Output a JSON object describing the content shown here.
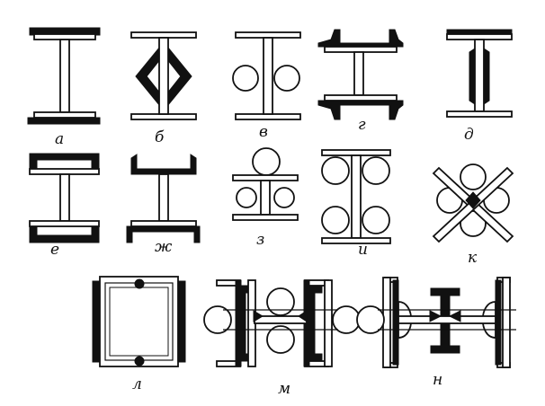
{
  "labels": {
    "a": "а",
    "b": "б",
    "v": "в",
    "g": "г",
    "d": "д",
    "e": "е",
    "zh": "ж",
    "z": "з",
    "i": "и",
    "k": "к",
    "l": "л",
    "m": "м",
    "n": "н"
  }
}
